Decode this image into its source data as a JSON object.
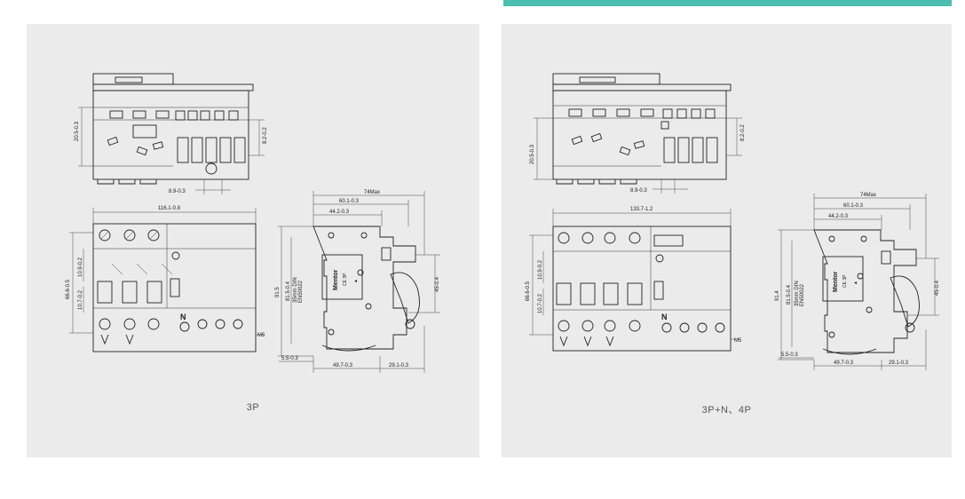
{
  "accent_color": "#4cbfae",
  "panels": [
    {
      "caption": "3P",
      "dims": {
        "top_h1": "20.5-0.3",
        "top_h2": "8.2-0.2",
        "top_w": "8.9-0.3",
        "front_w": "116.1-0.8",
        "front_h1": "66.6-0.5",
        "front_h2": "10.9-0.2",
        "front_h3": "10.7-0.2",
        "m5": "M5",
        "side_74": "74Max",
        "side_60": "60.1-0.3",
        "side_44": "44.2-0.3",
        "side_91": "91.5",
        "side_81": "81.5-0.4",
        "side_din": "35mm DIN",
        "side_en": "EN50022",
        "side_45": "45-0.4",
        "side_5": "5.5-0.3",
        "side_49": "49.7-0.3",
        "side_29": "29.1-0.3"
      }
    },
    {
      "caption": "3P+N、4P",
      "dims": {
        "top_h1": "20.5-0.3",
        "top_h2": "8.2-0.2",
        "top_w": "8.9-0.3",
        "front_w": "133.7-1.2",
        "front_h1": "66.6-0.5",
        "front_h2": "10.9-0.2",
        "front_h3": "10.7-0.2",
        "m5": "M5",
        "side_74": "74Max",
        "side_60": "60.1-0.3",
        "side_44": "44.2-0.3",
        "side_91": "91.4",
        "side_81": "81.5-0.4",
        "side_din": "35mm DIN",
        "side_en": "EN50022",
        "side_45": "45-0.4",
        "side_5": "5.5-0.3",
        "side_49": "49.7-0.3",
        "side_29": "29.1-0.3"
      }
    }
  ]
}
